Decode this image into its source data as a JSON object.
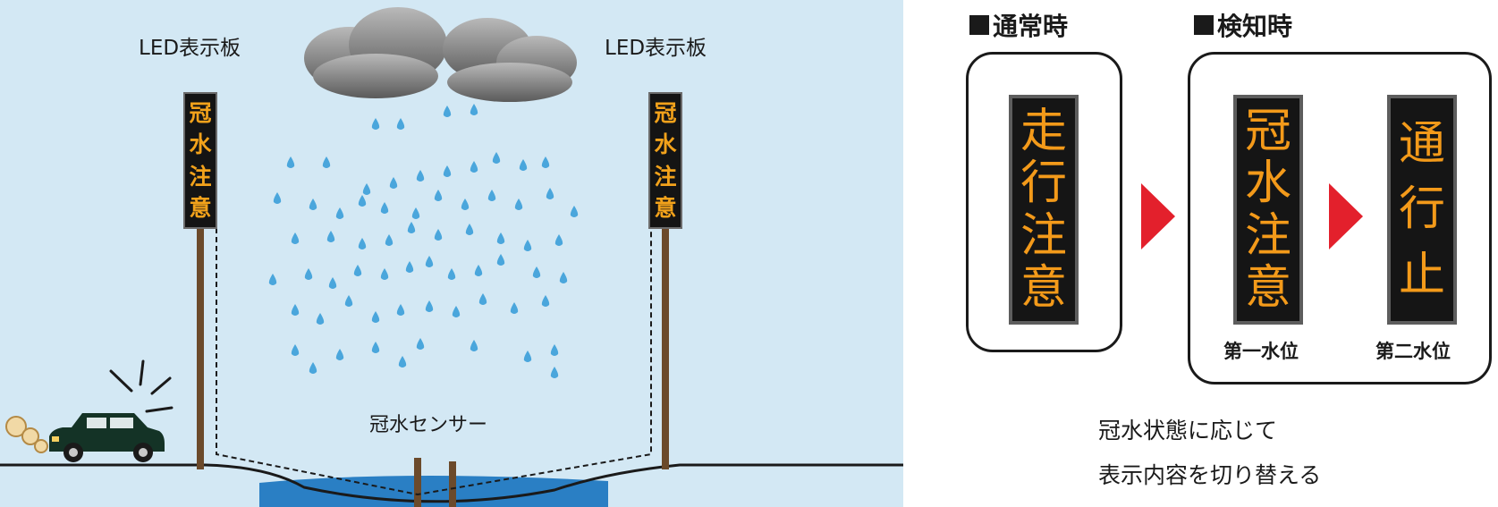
{
  "scene": {
    "left_sign_caption": "LED表示板",
    "right_sign_caption": "LED表示板",
    "left_sign_chars": [
      "冠",
      "水",
      "注",
      "意"
    ],
    "right_sign_chars": [
      "冠",
      "水",
      "注",
      "意"
    ],
    "sensor_label": "冠水センサー",
    "colors": {
      "sky": "#d3e8f4",
      "rain": "#4aa6dc",
      "water": "#2a7fc4",
      "pole": "#6b4a2b",
      "led": "#f2a21b"
    }
  },
  "display": {
    "normal_heading": "通常時",
    "detect_heading": "検知時",
    "normal_panel_chars": [
      "走",
      "行",
      "注",
      "意"
    ],
    "level1_panel_chars": [
      "冠",
      "水",
      "注",
      "意"
    ],
    "level2_panel_chars": [
      "通",
      "行",
      "止"
    ],
    "level1_label": "第一水位",
    "level2_label": "第二水位",
    "caption_line1": "冠水状態に応じて",
    "caption_line2": "表示内容を切り替える",
    "arrow_color": "#e3202c",
    "arrow_icon": "triangle-right-icon"
  }
}
